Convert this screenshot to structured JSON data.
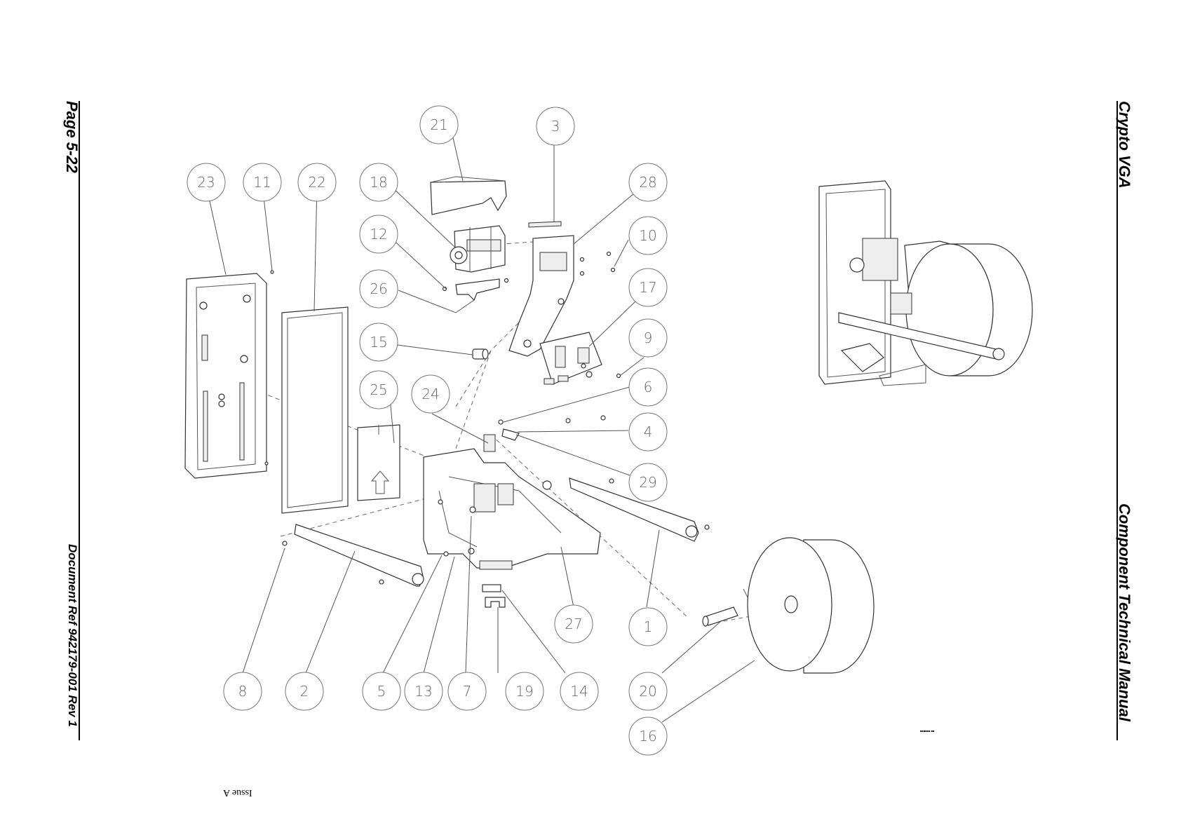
{
  "header_left": {
    "page": "Page 5-22",
    "doc_ref": "Document Ref 942179-001 Rev 1"
  },
  "header_right": {
    "product": "Crypto VGA",
    "manual": "Component Technical Manual"
  },
  "footer": {
    "issue": "Issue A",
    "drawing_code": "■■■■■■ ■■"
  },
  "balloons": [
    {
      "label": "21"
    },
    {
      "label": "3"
    },
    {
      "label": "23"
    },
    {
      "label": "11"
    },
    {
      "label": "22"
    },
    {
      "label": "18"
    },
    {
      "label": "28"
    },
    {
      "label": "12"
    },
    {
      "label": "10"
    },
    {
      "label": "26"
    },
    {
      "label": "17"
    },
    {
      "label": "15"
    },
    {
      "label": "9"
    },
    {
      "label": "25"
    },
    {
      "label": "24"
    },
    {
      "label": "6"
    },
    {
      "label": "4"
    },
    {
      "label": "29"
    },
    {
      "label": "27"
    },
    {
      "label": "1"
    },
    {
      "label": "8"
    },
    {
      "label": "2"
    },
    {
      "label": "5"
    },
    {
      "label": "13"
    },
    {
      "label": "7"
    },
    {
      "label": "19"
    },
    {
      "label": "14"
    },
    {
      "label": "20"
    },
    {
      "label": "16"
    }
  ]
}
